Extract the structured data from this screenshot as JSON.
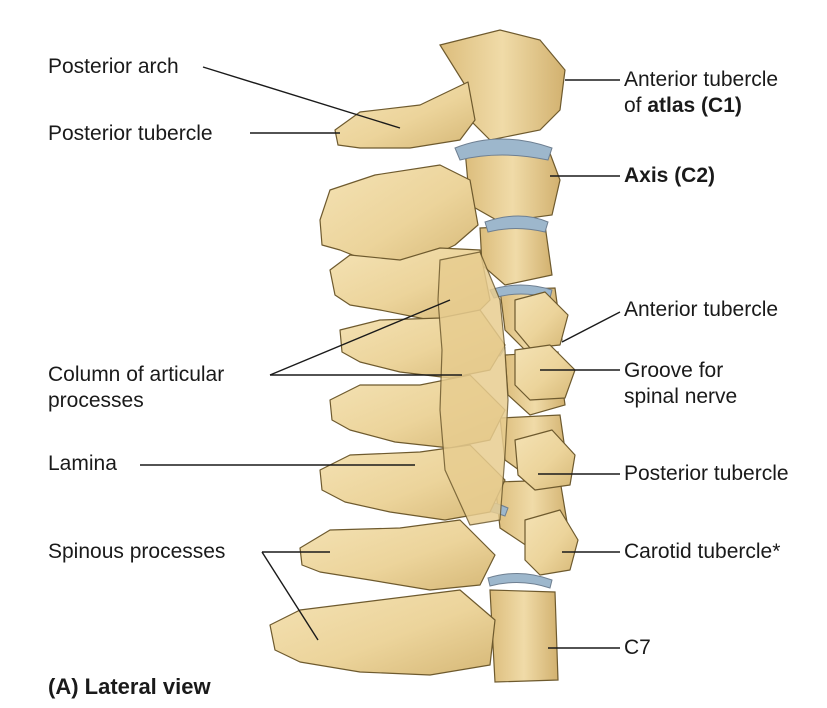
{
  "caption": "(A) Lateral view",
  "labels_left": {
    "posterior_arch": "Posterior arch",
    "posterior_tubercle": "Posterior tubercle",
    "column_line1": "Column of articular",
    "column_line2": "processes",
    "lamina": "Lamina",
    "spinous_processes": "Spinous processes"
  },
  "labels_right": {
    "anterior_tubercle_atlas_line1": "Anterior tubercle",
    "anterior_tubercle_atlas_line2_prefix": "of ",
    "anterior_tubercle_atlas_line2_bold": "atlas (C1)",
    "axis": "Axis (C2)",
    "anterior_tubercle": "Anterior tubercle",
    "groove_line1": "Groove for",
    "groove_line2": "spinal nerve",
    "posterior_tubercle": "Posterior tubercle",
    "carotid_tubercle": "Carotid tubercle*",
    "c7": "C7"
  },
  "colors": {
    "bone": "#ecd49b",
    "bone_shadow": "#c9a664",
    "bone_outline": "#6e5a2e",
    "disc": "#9db7cc",
    "leader": "#1a1a1a"
  }
}
